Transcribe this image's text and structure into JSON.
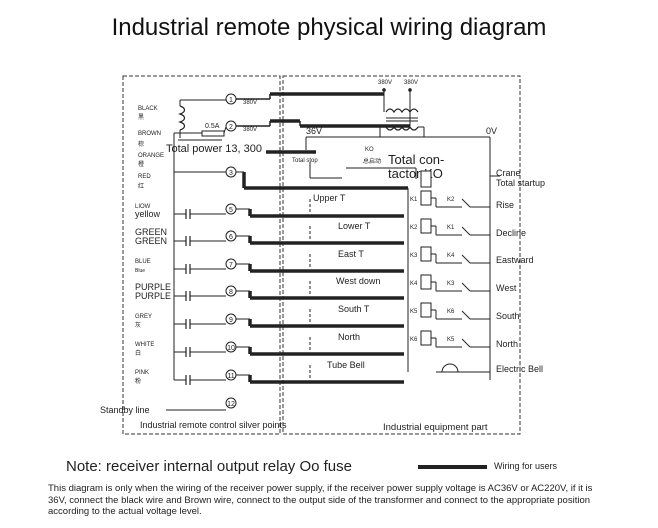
{
  "title": "Industrial remote physical wiring diagram",
  "left_panel_label": "Industrial remote control silver points",
  "right_panel_label": "Industrial equipment part",
  "standby_label": "Standby line",
  "voltage": {
    "v380": "380V",
    "v36": "36V",
    "v0": "0V"
  },
  "fuse_label": "0.5A",
  "total_power_label": "Total power 13, 300",
  "total_stop_label": "Total stop",
  "ko_label": "KO",
  "ko_cn_label": "总启动",
  "total_contactor_label": "Total con-\ntactor KO",
  "wires_left": [
    {
      "num": "1",
      "label": "BLACK",
      "label_cn": "黑"
    },
    {
      "num": "2",
      "label": "BROWN",
      "label_cn": "棕"
    },
    {
      "num": "",
      "label": "ORANGE",
      "label_cn": "橙"
    },
    {
      "num": "3",
      "label": "RED",
      "label_cn": "红"
    },
    {
      "num": "5",
      "label": "LIOW",
      "label_cn": "yellow"
    },
    {
      "num": "6",
      "label": "GREEN",
      "label_cn": "GREEN"
    },
    {
      "num": "7",
      "label": "BLUE",
      "label_cn": "Blue"
    },
    {
      "num": "8",
      "label": "PURPLE",
      "label_cn": "PURPLE"
    },
    {
      "num": "9",
      "label": "GREY",
      "label_cn": "灰"
    },
    {
      "num": "10",
      "label": "WHITE",
      "label_cn": "白"
    },
    {
      "num": "11",
      "label": "PINK",
      "label_cn": "粉"
    },
    {
      "num": "12",
      "label": "",
      "label_cn": ""
    }
  ],
  "switch_labels": [
    "Upper T",
    "Lower T",
    "East T",
    "West down",
    "South T",
    "North",
    "Tube Bell"
  ],
  "relay_labels": [
    "K1",
    "K2",
    "K3",
    "K4",
    "K5",
    "K6"
  ],
  "contact_labels": [
    "K2",
    "K1",
    "K4",
    "K3",
    "K6",
    "K5"
  ],
  "outputs": [
    "Crane\nTotal startup",
    "Rise",
    "Decline",
    "Eastward",
    "West",
    "South",
    "North",
    "Electric Bell"
  ],
  "note": "Note: receiver internal output relay Oo fuse",
  "legend": "Wiring for users",
  "disclaimer": "This diagram is only when the wiring of the receiver power supply, if the receiver power supply voltage is AC36V or AC220V, if it is 36V, connect the black wire and Brown wire, connect to the output side of the transformer and connect to the appropriate position according to the actual voltage level."
}
